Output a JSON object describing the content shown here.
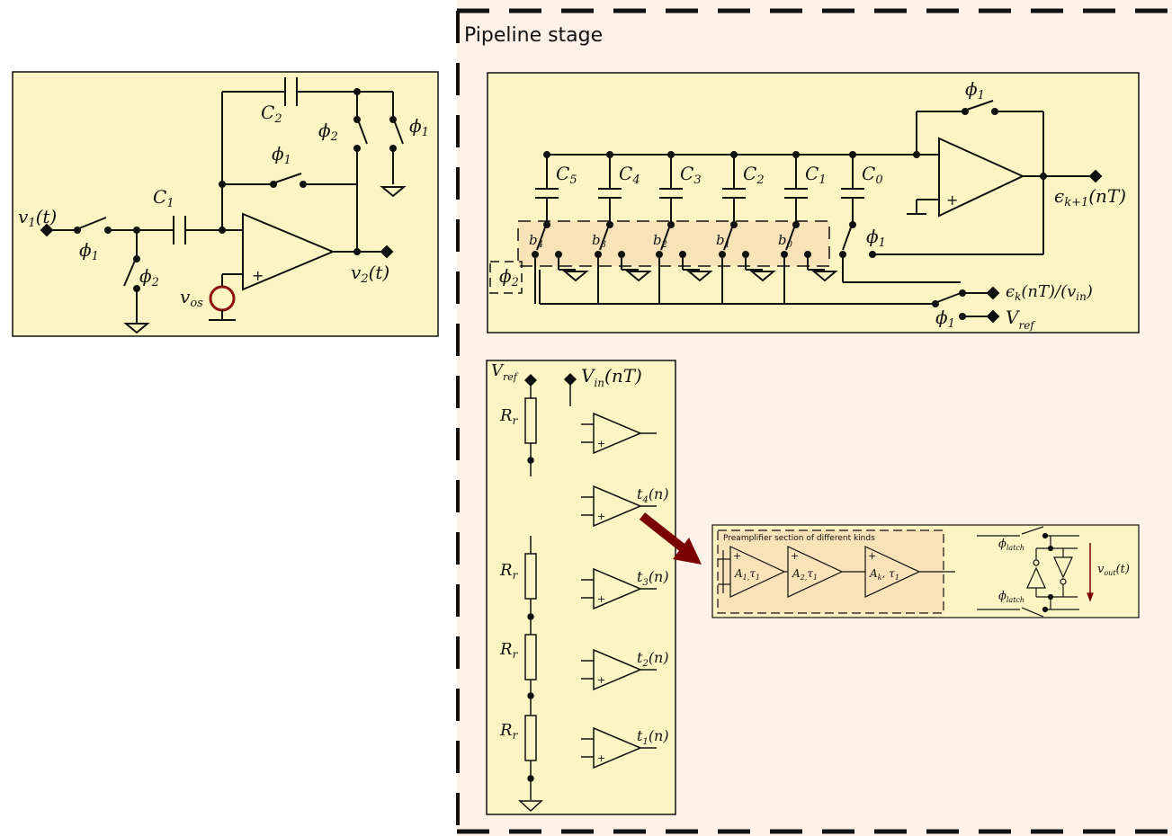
{
  "pipeline": {
    "title": "Pipeline stage"
  },
  "sc_integrator": {
    "v1": "v",
    "v1_sub": "1",
    "v1_arg": "(t)",
    "v2": "v",
    "v2_sub": "2",
    "v2_arg": "(t)",
    "c1": "C",
    "c1_sub": "1",
    "c2": "C",
    "c2_sub": "2",
    "phi": "ϕ",
    "sub1": "1",
    "sub2": "2",
    "vos": "v",
    "vos_sub": "os",
    "plus": "+"
  },
  "mdac": {
    "caps": [
      {
        "name": "C",
        "sub": "5"
      },
      {
        "name": "C",
        "sub": "4"
      },
      {
        "name": "C",
        "sub": "3"
      },
      {
        "name": "C",
        "sub": "2"
      },
      {
        "name": "C",
        "sub": "1"
      },
      {
        "name": "C",
        "sub": "0"
      }
    ],
    "bits": [
      {
        "name": "b",
        "sub": "4"
      },
      {
        "name": "b",
        "sub": "3"
      },
      {
        "name": "b",
        "sub": "2"
      },
      {
        "name": "b",
        "sub": "1"
      },
      {
        "name": "b",
        "sub": "0"
      }
    ],
    "phi": "ϕ",
    "sub1": "1",
    "sub2": "2",
    "out": "ϵ",
    "out_sub": "k+1",
    "out_arg": "(nT)",
    "in": "ϵ",
    "in_sub": "k",
    "in_arg": "(nT)/(v",
    "in_arg_sub": "in",
    "in_arg_end": ")",
    "vref": "V",
    "vref_sub": "ref",
    "plus": "+"
  },
  "flash_adc": {
    "vref": "V",
    "vref_sub": "ref",
    "vin": "V",
    "vin_sub": "in",
    "vin_arg": "(nT)",
    "resistor": "R",
    "resistor_sub": "r",
    "outputs": [
      {
        "name": "t",
        "sub": "4",
        "arg": "(n)"
      },
      {
        "name": "t",
        "sub": "3",
        "arg": "(n)"
      },
      {
        "name": "t",
        "sub": "2",
        "arg": "(n)"
      },
      {
        "name": "t",
        "sub": "1",
        "arg": "(n)"
      }
    ],
    "plus": "+"
  },
  "comparator_detail": {
    "section_label": "Preamplifier section of different kinds",
    "stages": [
      {
        "gain": "A",
        "gain_sub": "1,",
        "tau": "τ",
        "tau_sub": "1",
        "sep": ""
      },
      {
        "gain": "A",
        "gain_sub": "2,",
        "tau": "τ",
        "tau_sub": "1",
        "sep": ""
      },
      {
        "gain": "A",
        "gain_sub": "k",
        "tau": "τ",
        "tau_sub": "1",
        "sep": ", "
      }
    ],
    "phi": "ϕ",
    "phi_sub": "latch",
    "vout": "v",
    "vout_sub": "out",
    "vout_arg": "(t)",
    "plus": "+"
  },
  "colors": {
    "panel_fill": "#fbf5c4",
    "pipeline_fill": "#fdf1e8",
    "highlight_fill": "#f8e2b8",
    "arrow": "#7b0000",
    "source": "#8b1010"
  }
}
